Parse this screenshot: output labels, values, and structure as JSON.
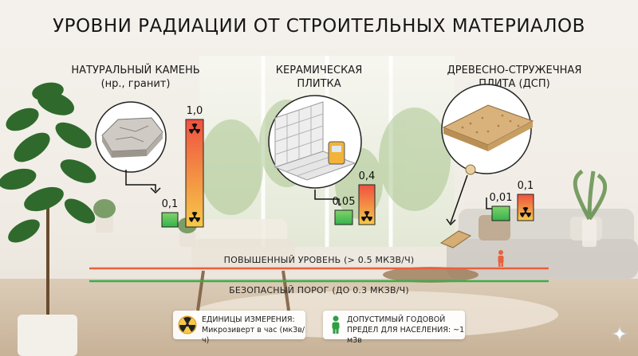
{
  "title": "УРОВНИ РАДИАЦИИ ОТ СТРОИТЕЛЬНЫХ МАТЕРИАЛОВ",
  "materials": [
    {
      "line1": "НАТУРАЛЬНЫЙ КАМЕНЬ",
      "line2": "(нр., гранит)"
    },
    {
      "line1": "КЕРАМИЧЕСКАЯ",
      "line2": "ПЛИТКА"
    },
    {
      "line1": "ДРЕВЕСНО-СТРУЖЕЧНАЯ",
      "line2": "ПЛИТА (ДСП)"
    }
  ],
  "chart_data": {
    "type": "bar",
    "groups": [
      {
        "material": "НАТУРАЛЬНЫЙ КАМЕНЬ",
        "values": [
          0.1,
          1.0
        ],
        "labels": [
          "0,1",
          "1,0"
        ]
      },
      {
        "material": "КЕРАМИЧЕСКАЯ ПЛИТКА",
        "values": [
          0.05,
          0.4
        ],
        "labels": [
          "0,05",
          "0,4"
        ]
      },
      {
        "material": "ДРЕВЕСНО-СТРУЖЕЧНАЯ ПЛИТА (ДСП)",
        "values": [
          0.01,
          0.1
        ],
        "labels": [
          "0,01",
          "0,1"
        ]
      }
    ],
    "reference_lines": [
      {
        "label": "ПОВЫШЕННЫЙ УРОВЕНЬ (> 0.5 МКЗВ/Ч)",
        "color": "#e8603c"
      },
      {
        "label": "БЕЗОПАСНЫЙ ПОРОГ (ДО 0.3 МКЗВ/Ч)",
        "color": "#3cae4a"
      }
    ],
    "colors": {
      "low": "#36b24a",
      "high_top": "#ef5140",
      "high_bottom": "#f7c948"
    }
  },
  "legend": {
    "units_title": "ЕДИНИЦЫ ИЗМЕРЕНИЯ:",
    "units_text": "Микрозиверт в час (мкЗв/ч)",
    "limit_line1": "ДОПУСТИМЫЙ ГОДОВОЙ",
    "limit_line2": "ПРЕДЕЛ ДЛЯ НАСЕЛЕНИЯ: ~1 мЗв"
  }
}
